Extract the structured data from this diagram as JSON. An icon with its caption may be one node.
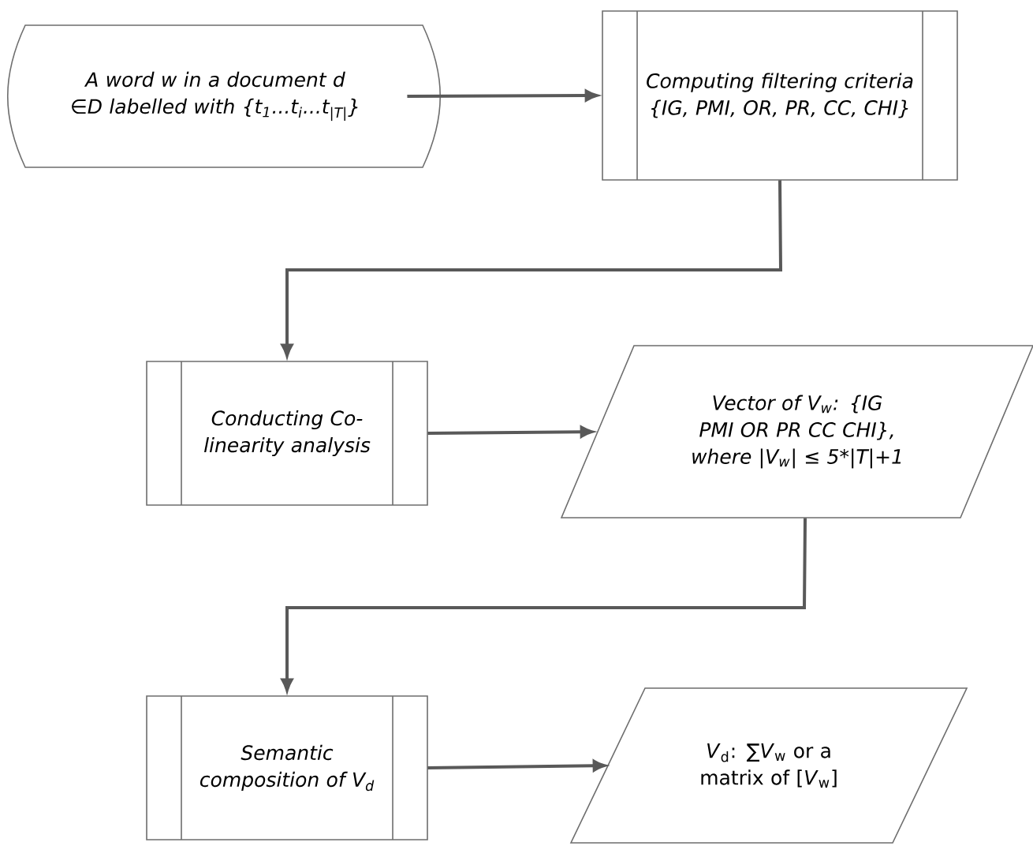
{
  "diagram": {
    "nodes": [
      {
        "text": [
          "A word w in a document d ∈D labelled with {t$_{1}$...t$_{i}$...t$_{|T|}$}"
        ]
      },
      {
        "text": [
          "Computing filtering criteria {IG, PMI, OR, PR, CC, CHI}"
        ]
      },
      {
        "text": [
          "Conducting Co-linearity analysis"
        ]
      },
      {
        "text": [
          "Vector of V$_{w}$: {IG PMI OR PR CC CHI}, where |V$_{w}$| ≤ 5*|T|+1"
        ]
      },
      {
        "text": [
          "Semantic composition of V$_{d}$"
        ]
      },
      {
        "text": [
          "*V*$_{d}$: ∑*V*$_{w}$ or a matrix of [*V*$_{w}$]"
        ]
      }
    ],
    "edges": [
      {
        "from": 0,
        "to": 1,
        "arrow": "to"
      },
      {
        "from": 1,
        "to": 2,
        "arrow": "to"
      },
      {
        "from": 2,
        "to": 3,
        "arrow": "to"
      },
      {
        "from": 3,
        "to": 4,
        "arrow": "to"
      },
      {
        "from": 4,
        "to": 5,
        "arrow": "to"
      }
    ]
  }
}
